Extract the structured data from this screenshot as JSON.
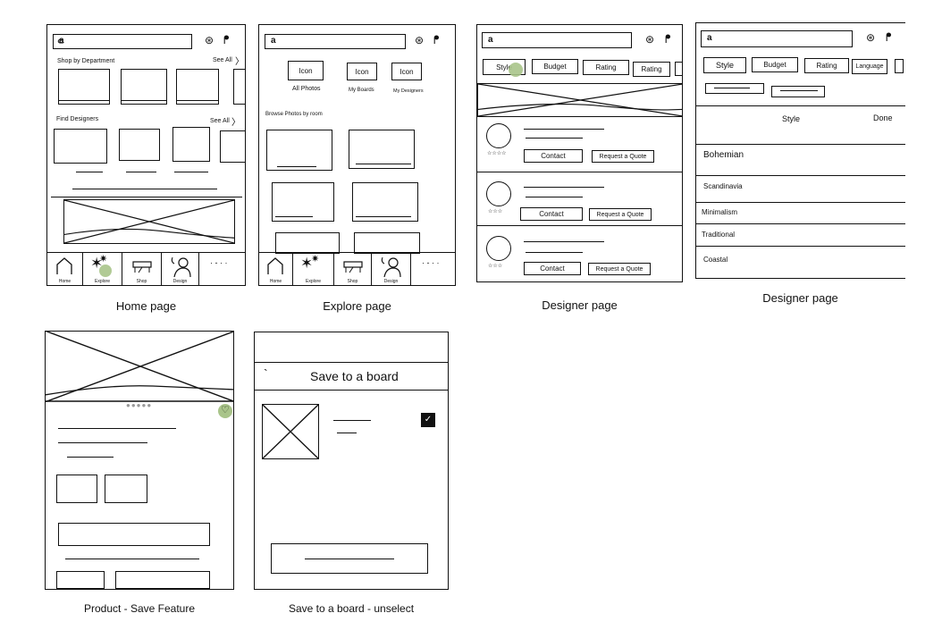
{
  "captions": {
    "home": "Home page",
    "explore": "Explore page",
    "designer1": "Designer page",
    "designer2": "Designer page",
    "product": "Product - Save Feature",
    "save_board": "Save to a board - unselect"
  },
  "home": {
    "shop_by_department": "Shop by Department",
    "see_all": "See All",
    "find_designers": "Find Designers",
    "see_all_2": "See All",
    "nav": [
      "Home",
      "Explore",
      "Shop",
      "Design"
    ]
  },
  "explore": {
    "icon_labels": [
      "Icon",
      "Icon",
      "Icon"
    ],
    "icon_captions": [
      "All Photos",
      "My Boards",
      "My Designers"
    ],
    "browse": "Browse Photos by room",
    "nav": [
      "Home",
      "Explore",
      "Shop",
      "Design"
    ]
  },
  "designer1": {
    "filters": [
      "Style",
      "Budget",
      "Rating",
      "Rating"
    ],
    "contact": "Contact",
    "quote": "Request a Quote"
  },
  "designer2": {
    "filters": [
      "Style",
      "Budget",
      "Rating",
      "Language"
    ],
    "sheet_title": "Style",
    "done": "Done",
    "options": [
      "Bohemian",
      "Scandinavia",
      "Minimalism",
      "Traditional",
      "Coastal"
    ]
  },
  "save_board": {
    "title": "Save to a board",
    "back": "`"
  },
  "colors": {
    "accent_dot": "#a9c48a",
    "heart": "#7f9a5e"
  }
}
